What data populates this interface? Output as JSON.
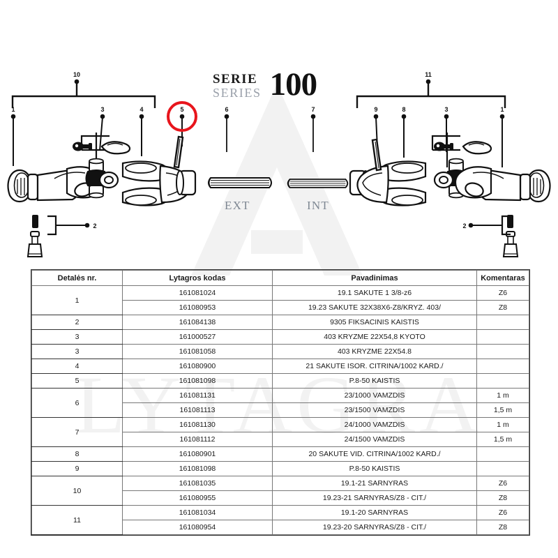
{
  "title": {
    "serie": "SERIE",
    "series": "SERIES",
    "number": "100"
  },
  "diagram": {
    "tube_labels": {
      "ext": "EXT",
      "int": "INT"
    },
    "callouts_left": [
      "10",
      "1",
      "3",
      "4",
      "5",
      "2"
    ],
    "callouts_center": [
      "6",
      "7"
    ],
    "callouts_right": [
      "11",
      "9",
      "8",
      "3",
      "1",
      "2"
    ],
    "highlighted_callout": "5",
    "highlight_color": "#e8151c"
  },
  "watermark": {
    "text": "LYTAGRA",
    "color": "#f2f2f2"
  },
  "table": {
    "headers": [
      "Detalės nr.",
      "Lytagros kodas",
      "Pavadinimas",
      "Komentaras"
    ],
    "rows": [
      {
        "num": "1",
        "span": 2,
        "code": "161081024",
        "name": "19.1 SAKUTE 1 3/8-z6",
        "comment": "Z6"
      },
      {
        "num": "",
        "span": 0,
        "code": "161080953",
        "name": "19.23 SAKUTE 32X38X6-Z8/KRYZ. 403/",
        "comment": "Z8"
      },
      {
        "num": "2",
        "span": 1,
        "code": "161084138",
        "name": "9305 FIKSACINIS KAISTIS",
        "comment": ""
      },
      {
        "num": "3",
        "span": 1,
        "code": "161000527",
        "name": "403 KRYZME 22X54,8 KYOTO",
        "comment": ""
      },
      {
        "num": "3",
        "span": 1,
        "code": "161081058",
        "name": "403 KRYZME 22X54.8",
        "comment": ""
      },
      {
        "num": "4",
        "span": 1,
        "code": "161080900",
        "name": "21 SAKUTE ISOR. CITRINA/1002 KARD./",
        "comment": ""
      },
      {
        "num": "5",
        "span": 1,
        "code": "161081098",
        "name": "P.8-50 KAISTIS",
        "comment": ""
      },
      {
        "num": "6",
        "span": 2,
        "code": "161081131",
        "name": "23/1000 VAMZDIS",
        "comment": "1 m"
      },
      {
        "num": "",
        "span": 0,
        "code": "161081113",
        "name": "23/1500 VAMZDIS",
        "comment": "1,5 m"
      },
      {
        "num": "7",
        "span": 2,
        "code": "161081130",
        "name": "24/1000 VAMZDIS",
        "comment": "1 m"
      },
      {
        "num": "",
        "span": 0,
        "code": "161081112",
        "name": "24/1500 VAMZDIS",
        "comment": "1,5 m"
      },
      {
        "num": "8",
        "span": 1,
        "code": "161080901",
        "name": "20 SAKUTE VID. CITRINA/1002 KARD./",
        "comment": ""
      },
      {
        "num": "9",
        "span": 1,
        "code": "161081098",
        "name": "P.8-50 KAISTIS",
        "comment": ""
      },
      {
        "num": "10",
        "span": 2,
        "code": "161081035",
        "name": "19.1-21 SARNYRAS",
        "comment": "Z6"
      },
      {
        "num": "",
        "span": 0,
        "code": "161080955",
        "name": "19.23-21 SARNYRAS/Z8 - CIT./",
        "comment": "Z8"
      },
      {
        "num": "11",
        "span": 2,
        "code": "161081034",
        "name": "19.1-20 SARNYRAS",
        "comment": "Z6"
      },
      {
        "num": "",
        "span": 0,
        "code": "161080954",
        "name": "19.23-20 SARNYRAS/Z8 - CIT./",
        "comment": "Z8"
      }
    ]
  }
}
